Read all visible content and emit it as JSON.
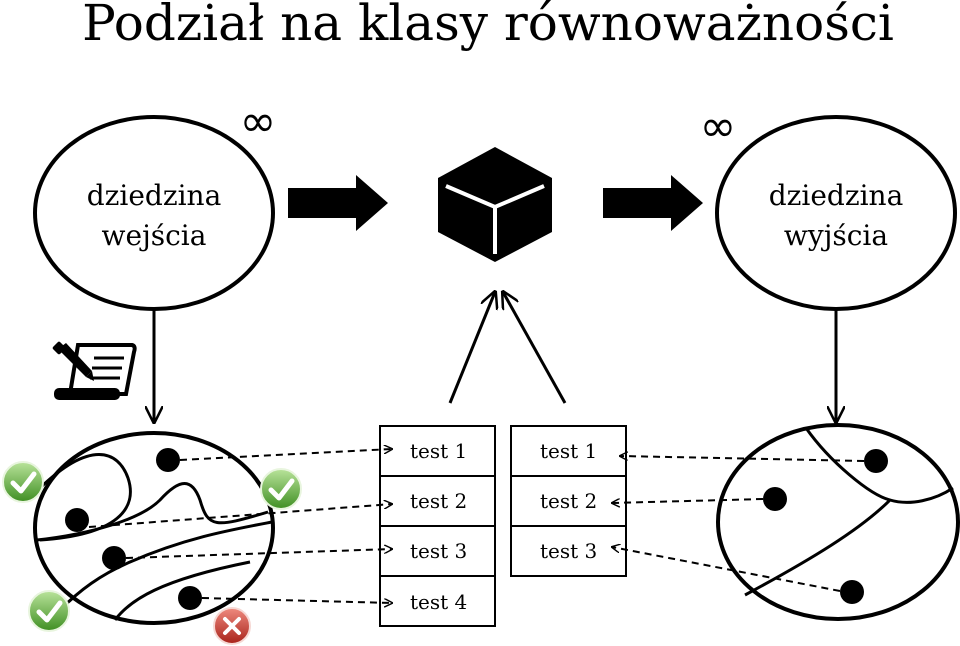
{
  "title": "Podział na klasy równoważności",
  "input_domain": {
    "line1": "dziedzina",
    "line2": "wejścia",
    "infinity": "∞"
  },
  "output_domain": {
    "line1": "dziedzina",
    "line2": "wyjścia",
    "infinity": "∞"
  },
  "input_tests": [
    "test 1",
    "test 2",
    "test 3",
    "test 4"
  ],
  "output_tests": [
    "test 1",
    "test 2",
    "test 3"
  ],
  "icons": {
    "black_box": "cube-icon",
    "specification": "document-pen-icon",
    "pass": "check-circle-icon",
    "fail": "cross-circle-icon"
  },
  "colors": {
    "pass": "#5aa83a",
    "fail": "#c0392b"
  }
}
